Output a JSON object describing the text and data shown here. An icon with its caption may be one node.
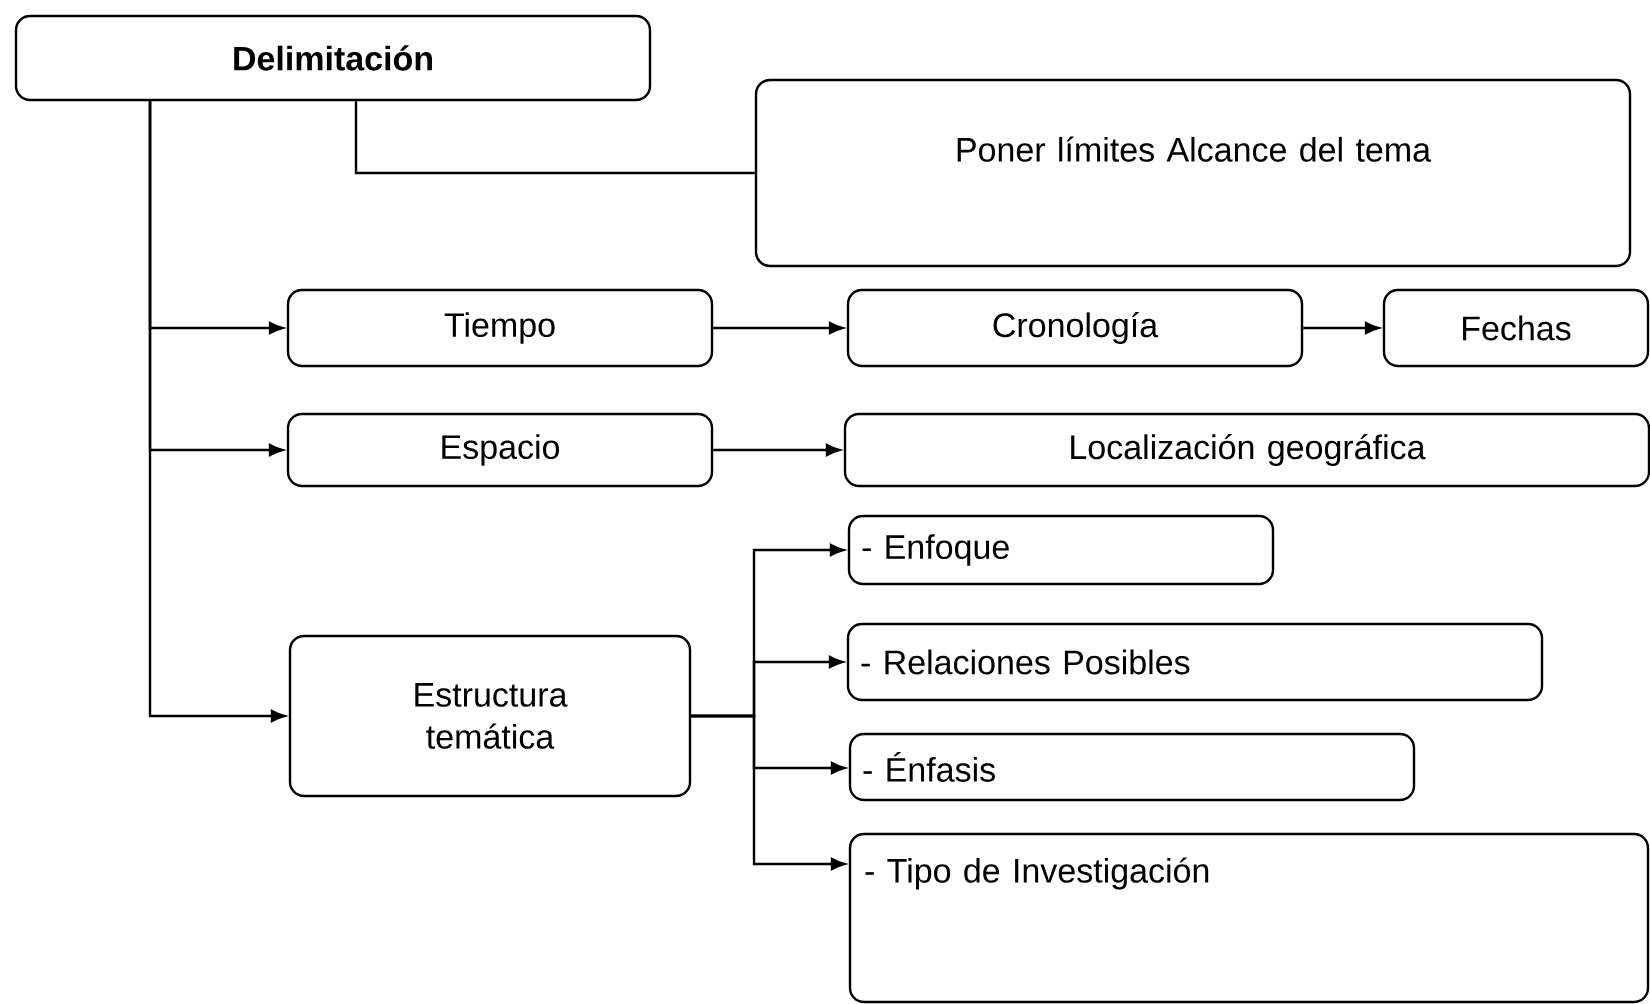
{
  "diagram": {
    "nodes": [
      {
        "text": [
          "Delimitación"
        ]
      },
      {
        "text": [
          "Poner límites Alcance del tema"
        ]
      },
      {
        "text": [
          "Tiempo"
        ]
      },
      {
        "text": [
          "Cronología"
        ]
      },
      {
        "text": [
          "Fechas"
        ]
      },
      {
        "text": [
          "Espacio"
        ]
      },
      {
        "text": [
          "Localización geográfica"
        ]
      },
      {
        "text": [
          "Estructura temática"
        ]
      },
      {
        "text": [
          "- Enfoque"
        ]
      },
      {
        "text": [
          "- Relaciones Posibles"
        ]
      },
      {
        "text": [
          "- Énfasis"
        ]
      },
      {
        "text": [
          "- Tipo de Investigación"
        ]
      }
    ],
    "edges": [
      {
        "from": 0,
        "to": 1,
        "arrow": "none"
      },
      {
        "from": 0,
        "to": 2,
        "arrow": "to"
      },
      {
        "from": 0,
        "to": 5,
        "arrow": "to"
      },
      {
        "from": 0,
        "to": 7,
        "arrow": "to"
      },
      {
        "from": 2,
        "to": 3,
        "arrow": "to"
      },
      {
        "from": 3,
        "to": 4,
        "arrow": "to"
      },
      {
        "from": 5,
        "to": 6,
        "arrow": "to"
      },
      {
        "from": 7,
        "to": 8,
        "arrow": "to"
      },
      {
        "from": 7,
        "to": 9,
        "arrow": "to"
      },
      {
        "from": 7,
        "to": 10,
        "arrow": "to"
      },
      {
        "from": 7,
        "to": 11,
        "arrow": "to"
      }
    ]
  }
}
